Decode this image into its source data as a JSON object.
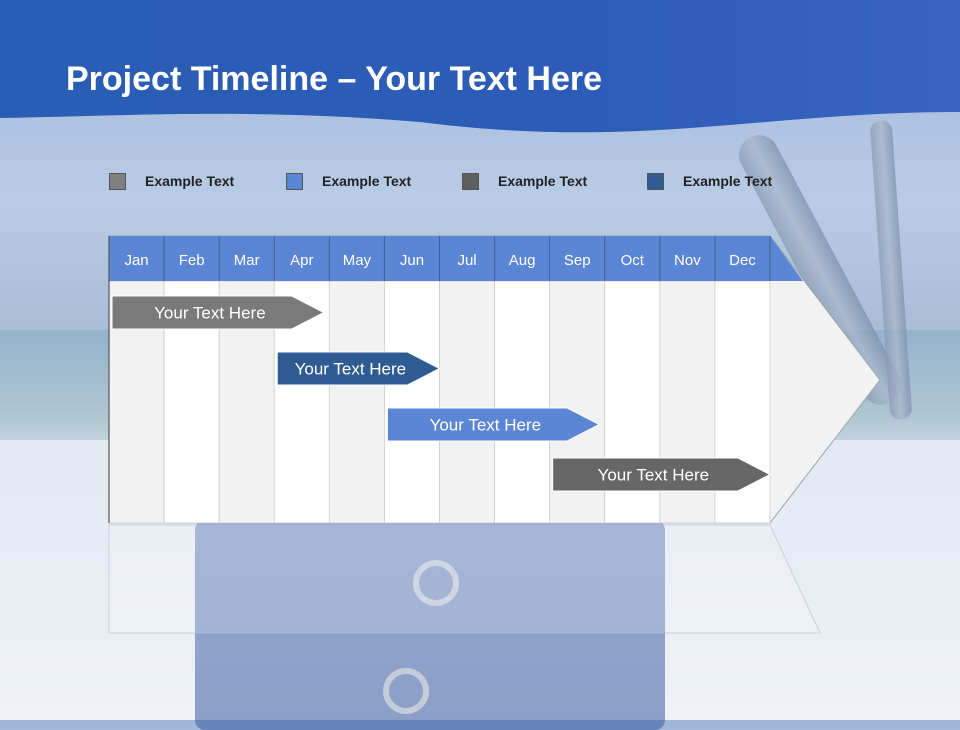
{
  "title": {
    "bold": "Project Timeline",
    "rest": " – Your Text Here"
  },
  "legend": [
    {
      "label": "Example Text",
      "color": "#808080"
    },
    {
      "label": "Example Text",
      "color": "#5b86d6"
    },
    {
      "label": "Example Text",
      "color": "#5f5f5f"
    },
    {
      "label": "Example Text",
      "color": "#2f5b93"
    }
  ],
  "months": [
    "Jan",
    "Feb",
    "Mar",
    "Apr",
    "May",
    "Jun",
    "Jul",
    "Aug",
    "Sep",
    "Oct",
    "Nov",
    "Dec"
  ],
  "tasks": [
    {
      "label": "Your  Text Here",
      "start": 0.0,
      "end": 3.9,
      "row": 0,
      "color": "#7a7a7a"
    },
    {
      "label": "Your  Text Here",
      "start": 3.0,
      "end": 6.0,
      "row": 1,
      "color": "#2f5b93"
    },
    {
      "label": "Your  Text Here",
      "start": 5.0,
      "end": 8.9,
      "row": 2,
      "color": "#5b86d6"
    },
    {
      "label": "Your  Text Here",
      "start": 8.0,
      "end": 12.0,
      "row": 3,
      "color": "#666666"
    }
  ],
  "colors": {
    "header_blue": "#2f5fb8",
    "month_header": "#5b86d6",
    "column_alt": "#f2f2f2"
  }
}
